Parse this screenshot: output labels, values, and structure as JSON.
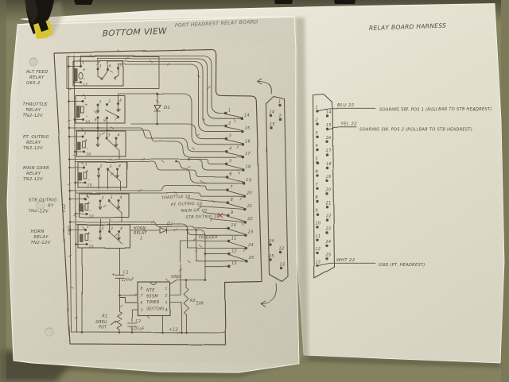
{
  "colors": {
    "background": "#858260",
    "background_dark": "#64624a",
    "left_sheet": "#d9d4c4",
    "right_sheet": "#e6e2d2",
    "ink": "#574d3e",
    "red_ink": "#a6402f",
    "faded_red": "#b5766a",
    "clip_black": "#17150f",
    "clip_yellow": "#d8c431"
  },
  "left_sheet": {
    "title": "BOTTOM VIEW",
    "subtitle": "PORT HEADREST RELAY BOARD",
    "relays": [
      {
        "lines": [
          "ALT FEED",
          "RELAY",
          "G65-2"
        ],
        "pins_top": [
          "1",
          "3",
          "4",
          "5"
        ],
        "pin_bottom": "12",
        "plus": "+",
        "minus": "-"
      },
      {
        "lines": [
          "THROTTLE",
          "RELAY",
          "TN2-12V"
        ],
        "pins_top": [
          "1",
          "2",
          "3",
          "4"
        ],
        "pins_bottom": [
          "9",
          "8",
          "7"
        ],
        "pin_bottom": "10",
        "plus": "+",
        "minus": "-"
      },
      {
        "lines": [
          "PT. OUTRIG",
          "RELAY",
          "TN2-12V"
        ],
        "pins_top": [
          "1",
          "2",
          "3",
          "4"
        ],
        "pin_bottom": "10",
        "plus": "+",
        "minus": "-"
      },
      {
        "lines": [
          "MAIN GEAR",
          "RELAY",
          "TN2-12V"
        ],
        "pins_top": [
          "1",
          "2",
          "3",
          "4"
        ],
        "pin_bottom": "10",
        "plus": "+",
        "minus": "-"
      },
      {
        "lines": [
          "STB OUTRIG",
          "RY",
          "TN2-12V"
        ],
        "pins_top": [
          "1",
          "2",
          "3",
          "4"
        ],
        "pin_bottom": "10",
        "plus": "+",
        "minus": "-"
      },
      {
        "lines": [
          "HORN",
          "RELAY",
          "TN2-12V"
        ],
        "pins_top": [
          "1",
          "2",
          "3",
          "4"
        ],
        "pin_bottom": "10",
        "plus": "+",
        "minus": "-"
      }
    ],
    "horn_tag": [
      "HORN",
      "RELAY",
      "1"
    ],
    "wire_labels": [
      "THROTTLE 10",
      "PT. OUTRIG 10",
      "MAIN GR 10",
      "STB OUTRIG 10"
    ],
    "trigger_label": "TRIGGER",
    "bus_labels": {
      "plus": "+12",
      "gnd": "GND"
    },
    "components": {
      "d1": "D1",
      "d3": "D3",
      "c1": [
        "C1",
        "120uF"
      ],
      "c1_plus": "+",
      "c2": [
        "C2",
        ".01uF"
      ],
      "r1": [
        "R1",
        "2MEG",
        "POT"
      ],
      "r2": [
        "R2",
        "10K"
      ],
      "gnd": "GND",
      "plus12": "+12",
      "timer": [
        "NTE",
        "955M",
        "TIMER",
        "(BOTTOM)"
      ],
      "timer_pins_left": [
        "8",
        "7",
        "6",
        "5"
      ],
      "timer_pins_right": [
        "1",
        "2",
        "3",
        "4"
      ]
    },
    "terminals": {
      "left_column": [
        "1",
        "2",
        "3",
        "4",
        "5",
        "6",
        "7",
        "8",
        "9",
        "10",
        "11",
        "12",
        "13"
      ],
      "right_column": [
        "14",
        "15",
        "16",
        "17",
        "18",
        "19",
        "20",
        "21",
        "22",
        "23",
        "24",
        "25"
      ]
    },
    "connector_pins_top": [
      "1",
      "14",
      "2",
      "15"
    ],
    "connector_pins_bottom": [
      "24",
      "12",
      "25",
      "13"
    ]
  },
  "right_sheet": {
    "title": "RELAY BOARD HARNESS",
    "connector": {
      "left_pins": [
        "1",
        "2",
        "3",
        "4",
        "5",
        "6",
        "7",
        "8",
        "9",
        "10",
        "11",
        "12",
        "13"
      ],
      "right_pins": [
        "14",
        "15",
        "16",
        "17",
        "18",
        "19",
        "20",
        "21",
        "22",
        "23",
        "24",
        "25"
      ]
    },
    "wires": [
      {
        "pin": "1",
        "label": "BLU 22",
        "desc": "SOARING SW. POS 1 (ROLLBAR TO STB HEADREST)"
      },
      {
        "pin": "15",
        "label": "YEL 22",
        "desc": "SOARING SW. POS 2 (ROLLBAR TO STB HEADREST)"
      },
      {
        "pin": "13",
        "label": "WHT 22",
        "desc": "GND (PT. HEADREST)"
      }
    ]
  }
}
